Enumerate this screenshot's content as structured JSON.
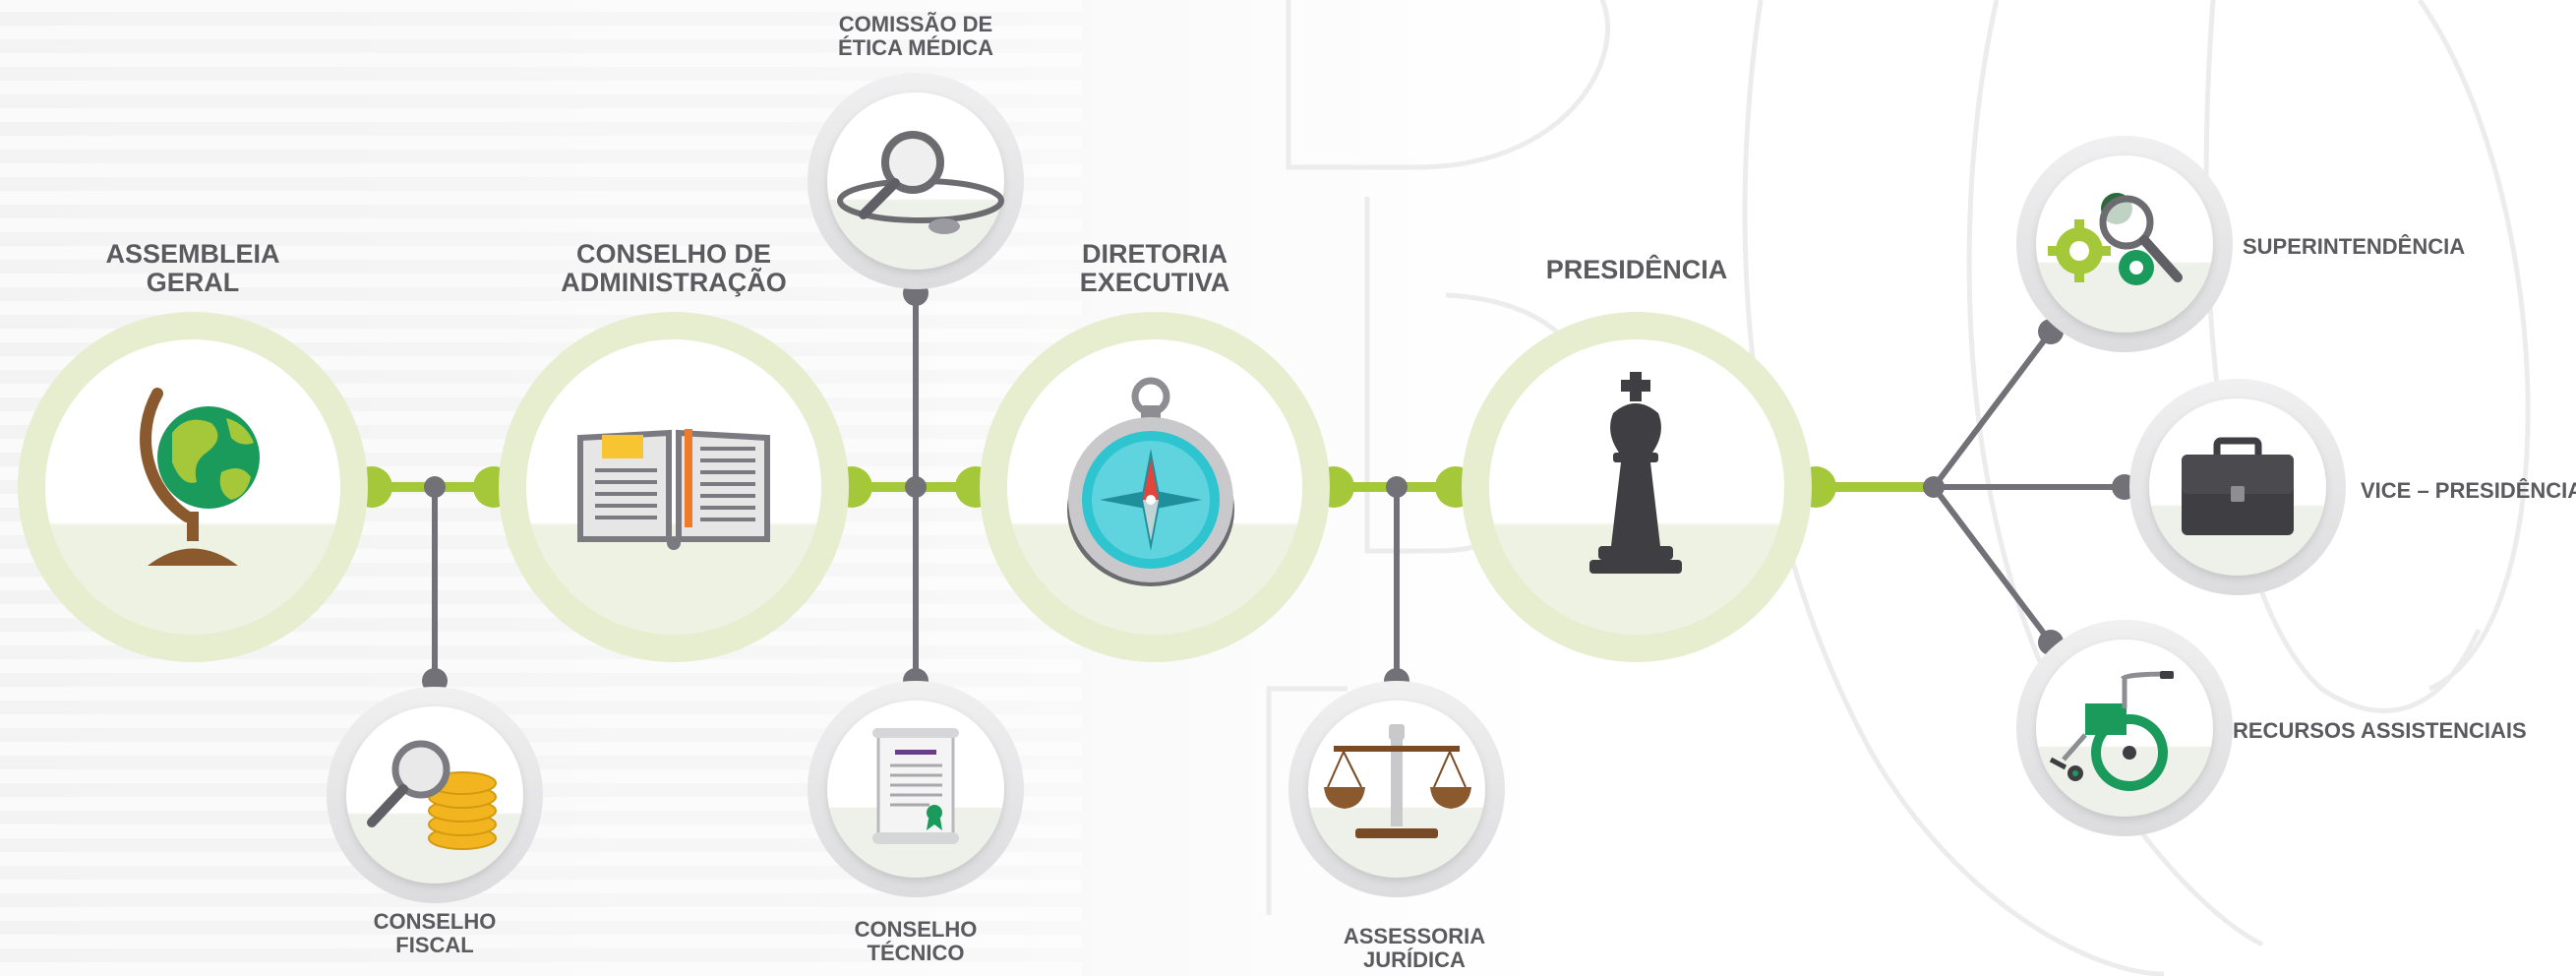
{
  "main_nodes": [
    {
      "id": "assembleia",
      "line1": "ASSEMBLEIA",
      "line2": "GERAL",
      "icon": "globe-icon"
    },
    {
      "id": "conselho-adm",
      "line1": "CONSELHO DE",
      "line2": "ADMINISTRAÇÃO",
      "icon": "book-icon"
    },
    {
      "id": "diretoria",
      "line1": "DIRETORIA",
      "line2": "EXECUTIVA",
      "icon": "compass-icon"
    },
    {
      "id": "presidencia",
      "line1": "PRESIDÊNCIA",
      "line2": "",
      "icon": "chess-king-icon"
    }
  ],
  "sub_nodes": [
    {
      "id": "conselho-fiscal",
      "line1": "CONSELHO",
      "line2": "FISCAL",
      "icon": "magnifier-coins-icon"
    },
    {
      "id": "comissao-etica",
      "line1": "COMISSÃO DE",
      "line2": "ÉTICA MÉDICA",
      "icon": "stethoscope-magnifier-icon"
    },
    {
      "id": "conselho-tecnico",
      "line1": "CONSELHO",
      "line2": "TÉCNICO",
      "icon": "certificate-icon"
    },
    {
      "id": "assessoria-juridica",
      "line1": "ASSESSORIA",
      "line2": "JURÍDICA",
      "icon": "scales-icon"
    }
  ],
  "branch_nodes": [
    {
      "id": "superintendencia",
      "label": "SUPERINTENDÊNCIA",
      "icon": "gears-magnifier-icon"
    },
    {
      "id": "vice-presidencia",
      "label": "VICE – PRESIDÊNCIA",
      "icon": "briefcase-icon"
    },
    {
      "id": "recursos-assistenciais",
      "label": "RECURSOS ASSISTENCIAIS",
      "icon": "wheelchair-icon"
    }
  ],
  "colors": {
    "line": "#727178",
    "connector_green": "#a5c83a",
    "main_ring": "#e4ebcb",
    "sub_ring": "#e6e6e8",
    "label": "#5a5a5f"
  }
}
